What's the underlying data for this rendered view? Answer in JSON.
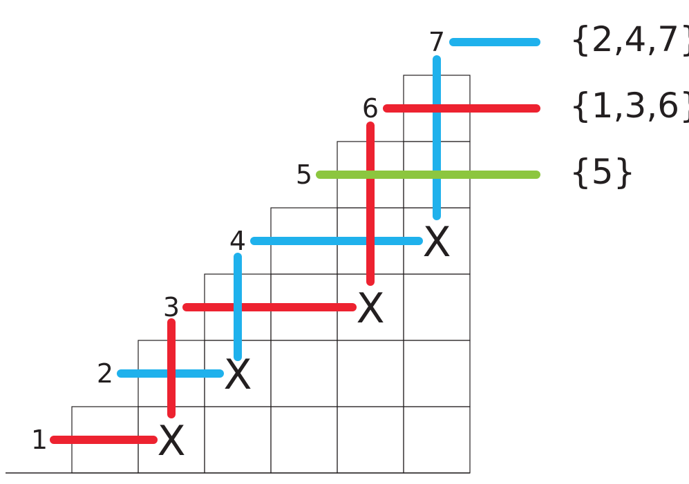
{
  "colors": {
    "red": "#ed2230",
    "blue": "#1fb1ec",
    "green": "#8cc63f",
    "grid": "#231f20",
    "text": "#231f20"
  },
  "labels": {
    "n1": "1",
    "n2": "2",
    "n3": "3",
    "n4": "4",
    "n5": "5",
    "n6": "6",
    "n7": "7"
  },
  "mark": "X",
  "sets": {
    "blue": "{2,4,7}",
    "red": "{1,3,6}",
    "green": "{5}"
  }
}
